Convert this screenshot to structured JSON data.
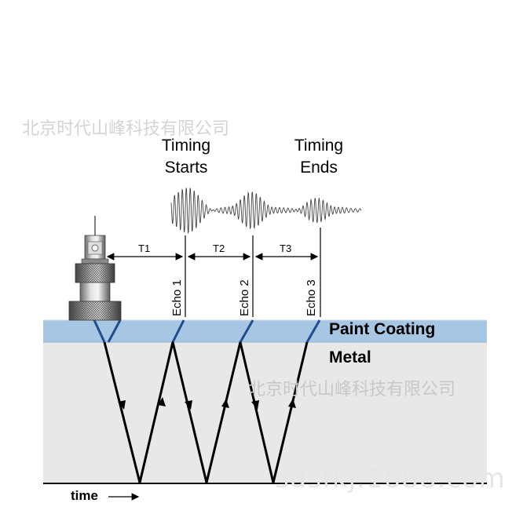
{
  "watermarks": {
    "top": "北京时代山峰科技有限公司",
    "middle": "北京时代山峰科技有限公司",
    "bottom": "sdsfkj.1688.com"
  },
  "labels": {
    "timing_starts": "Timing\nStarts",
    "timing_ends": "Timing\nEnds",
    "t1": "T1",
    "t2": "T2",
    "t3": "T3",
    "echo1": "Echo 1",
    "echo2": "Echo 2",
    "echo3": "Echo 3",
    "paint_coating": "Paint Coating",
    "metal": "Metal",
    "time": "time"
  },
  "colors": {
    "coating": "#a7c6e3",
    "coating_edge": "#7fa6cc",
    "metal": "#e8e8e8",
    "ray_in_coating": "#1f4e8c",
    "ray": "#000000"
  },
  "icons": [
    "transducer-icon",
    "arrow-right-icon"
  ]
}
